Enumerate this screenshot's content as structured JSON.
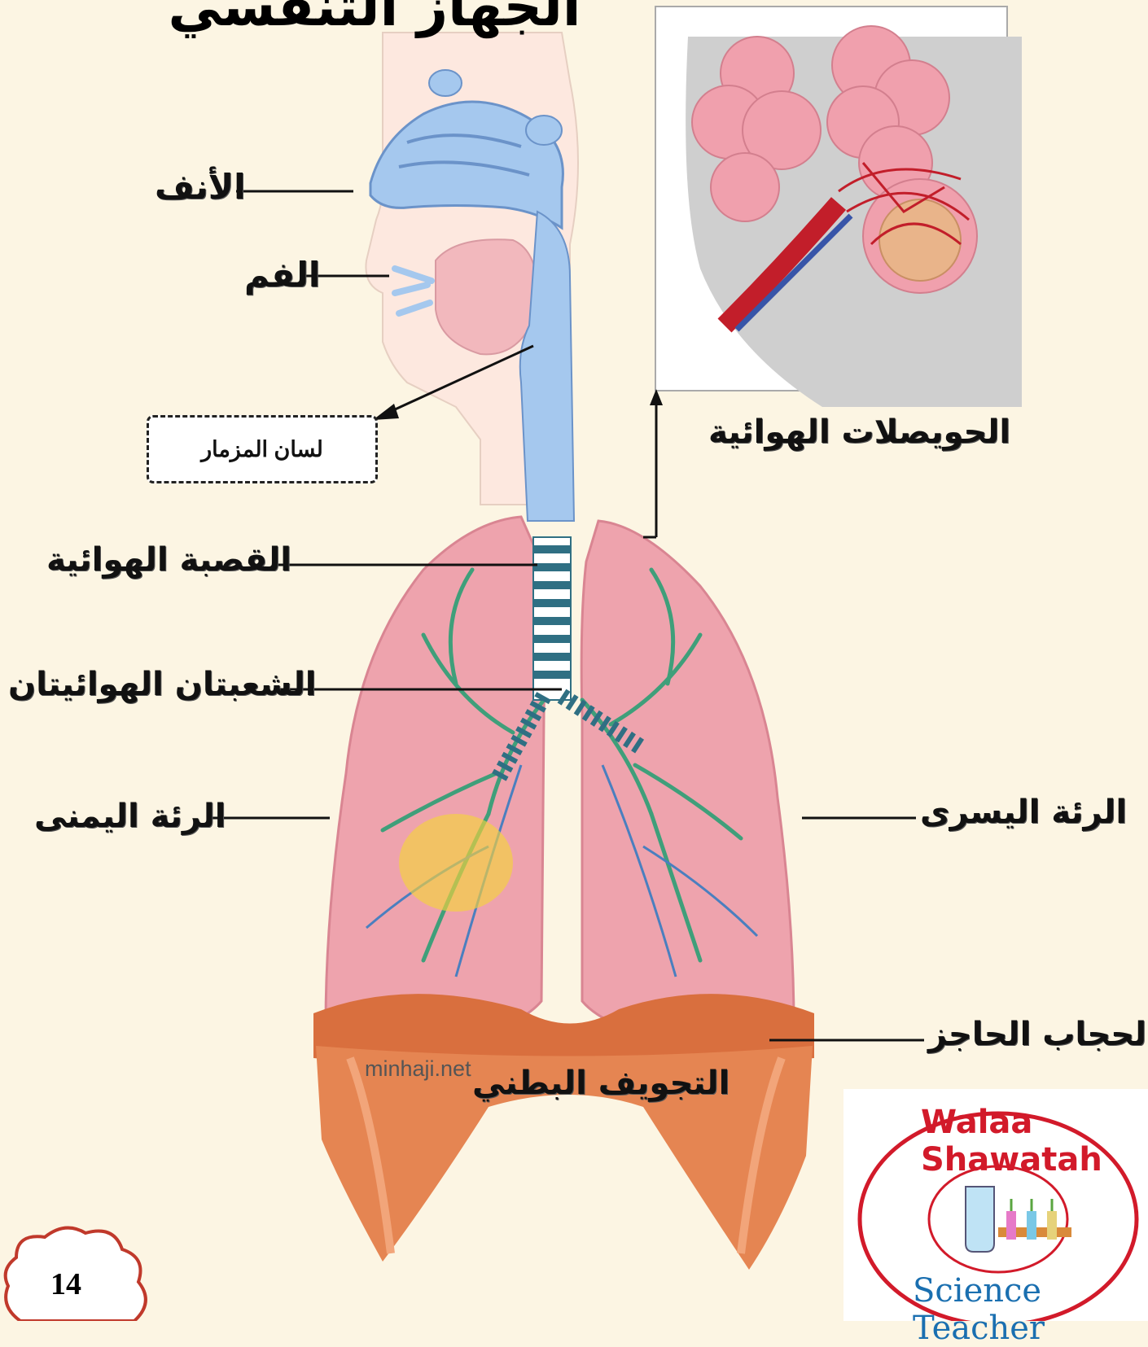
{
  "title": "الجهاز التنفسي",
  "labels": {
    "nose": "الأنف",
    "mouth": "الفم",
    "epiglottis": "لسان المزمار",
    "alveoli": "الحويصلات الهوائية",
    "trachea": "القصبة الهوائية",
    "bronchi": "الشعبتان الهوائيتان",
    "right_lung": "الرئة اليمنى",
    "left_lung": "الرئة اليسرى",
    "diaphragm": "الحجاب الحاجز",
    "abdominal_cavity": "التجويف البطني"
  },
  "watermark": "minhaji.net",
  "page_number": "14",
  "logo": {
    "name": "Walaa Shawatah",
    "subtitle": "Science Teacher"
  },
  "colors": {
    "background": "#fcf5e3",
    "lung_pink": "#eea3ad",
    "airway_blue": "#9ec4ea",
    "diaphragm_orange": "#e58552",
    "bronchi_green": "#3f9f7a",
    "vessel_blue": "#4a7fbf",
    "logo_red": "#d21a2a"
  }
}
